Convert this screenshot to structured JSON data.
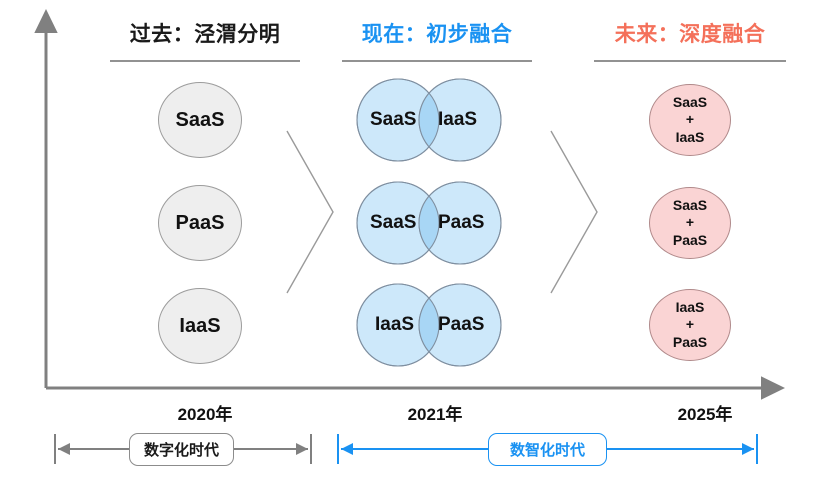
{
  "headers": [
    {
      "text": "过去：泾渭分明",
      "color": "#1a1a1a"
    },
    {
      "text": "现在：初步融合",
      "color": "#1a92f2"
    },
    {
      "text": "未来：深度融合",
      "color": "#f4705a"
    }
  ],
  "columns": {
    "past": {
      "nodes": [
        {
          "label": "SaaS"
        },
        {
          "label": "PaaS"
        },
        {
          "label": "IaaS"
        }
      ]
    },
    "present": {
      "rows": [
        {
          "left": "SaaS",
          "right": "IaaS"
        },
        {
          "left": "SaaS",
          "right": "PaaS"
        },
        {
          "left": "IaaS",
          "right": "PaaS"
        }
      ]
    },
    "future": {
      "nodes": [
        {
          "line1": "SaaS",
          "line2": "+",
          "line3": "IaaS"
        },
        {
          "line1": "SaaS",
          "line2": "+",
          "line3": "PaaS"
        },
        {
          "line1": "IaaS",
          "line2": "+",
          "line3": "PaaS"
        }
      ]
    }
  },
  "years": [
    {
      "label": "2020年"
    },
    {
      "label": "2021年"
    },
    {
      "label": "2025年"
    }
  ],
  "eras": [
    {
      "label": "数字化时代",
      "color": "#8c8c8c"
    },
    {
      "label": "数智化时代",
      "color": "#1a92f2"
    }
  ],
  "colors": {
    "axis": "#808080",
    "circle_gray_fill": "#eeeeee",
    "circle_gray_stroke": "#9c9c9c",
    "circle_blue_fill": "#cde8fa",
    "circle_blue_overlap": "#a8d6f5",
    "circle_blue_stroke": "#7f8fa0",
    "circle_pink_fill": "#fad4d4",
    "circle_pink_stroke": "#b0898a",
    "accent_blue": "#1a92f2",
    "accent_red": "#f4705a"
  }
}
